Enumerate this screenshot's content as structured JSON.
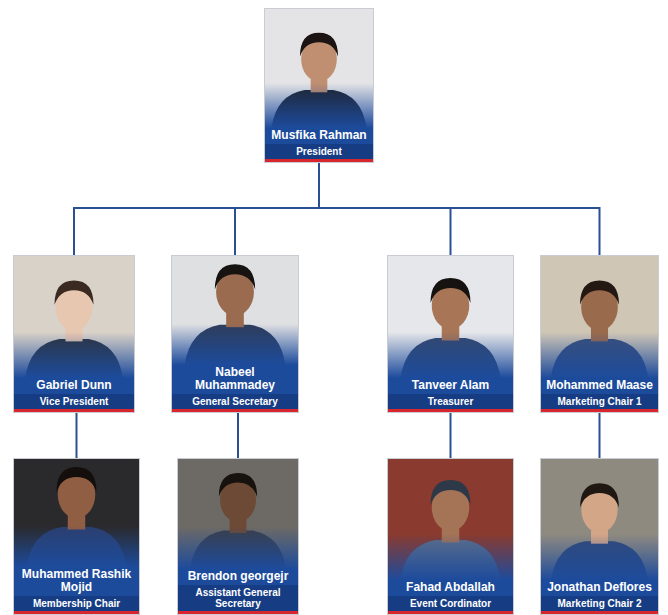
{
  "diagram": {
    "nodes": [
      {
        "text": [
          "Musfika Rahman",
          "President"
        ]
      },
      {
        "text": [
          "Gabriel Dunn",
          "Vice President"
        ]
      },
      {
        "text": [
          "Nabeel Muhammadey",
          "General Secretary"
        ]
      },
      {
        "text": [
          "Tanveer Alam",
          "Treasurer"
        ]
      },
      {
        "text": [
          "Mohammed Maase",
          "Marketing Chair 1"
        ]
      },
      {
        "text": [
          "Muhammed Rashik Mojid",
          "Membership Chair"
        ]
      },
      {
        "text": [
          "Brendon georgejr",
          "Assistant General Secretary"
        ]
      },
      {
        "text": [
          "Fahad Abdallah",
          "Event Cordinator"
        ]
      },
      {
        "text": [
          "Jonathan Deflores",
          "Marketing Chair 2"
        ]
      }
    ],
    "edges": [
      {
        "from": 0,
        "to": 1,
        "arrow": "none"
      },
      {
        "from": 0,
        "to": 2,
        "arrow": "none"
      },
      {
        "from": 0,
        "to": 3,
        "arrow": "none"
      },
      {
        "from": 0,
        "to": 4,
        "arrow": "none"
      },
      {
        "from": 1,
        "to": 5,
        "arrow": "none"
      },
      {
        "from": 2,
        "to": 6,
        "arrow": "none"
      },
      {
        "from": 3,
        "to": 7,
        "arrow": "none"
      },
      {
        "from": 4,
        "to": 8,
        "arrow": "none"
      }
    ]
  }
}
